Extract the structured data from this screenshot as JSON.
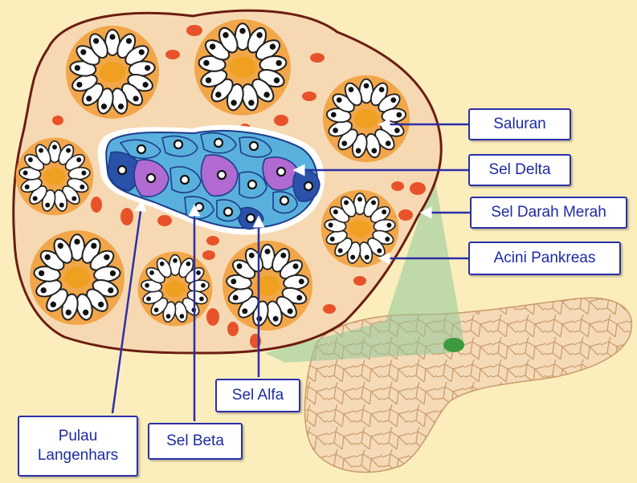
{
  "diagram": {
    "labels": {
      "saluran": "Saluran",
      "sel_delta": "Sel Delta",
      "sel_darah_merah": "Sel Darah Merah",
      "acini_pankreas": "Acini Pankreas",
      "sel_alfa": "Sel Alfa",
      "sel_beta": "Sel Beta",
      "pulau_langenhars_line1": "Pulau",
      "pulau_langenhars_line2": "Langenhars"
    },
    "colors": {
      "background": "#fbeebc",
      "tissue": "#f6d9b2",
      "tissue_outline": "#6b1d12",
      "acinus_ring": "#f2a64a",
      "lumen": "#f0a020",
      "red_blood_cell": "#e8522a",
      "beta_cell": "#5ab0dc",
      "alpha_cell": "#2a52a8",
      "delta_cell": "#b06ad2",
      "pointer_line": "#2c2fa8",
      "pancreas_fill": "#f5dab8",
      "magnify_beam": "#8fc998"
    }
  }
}
